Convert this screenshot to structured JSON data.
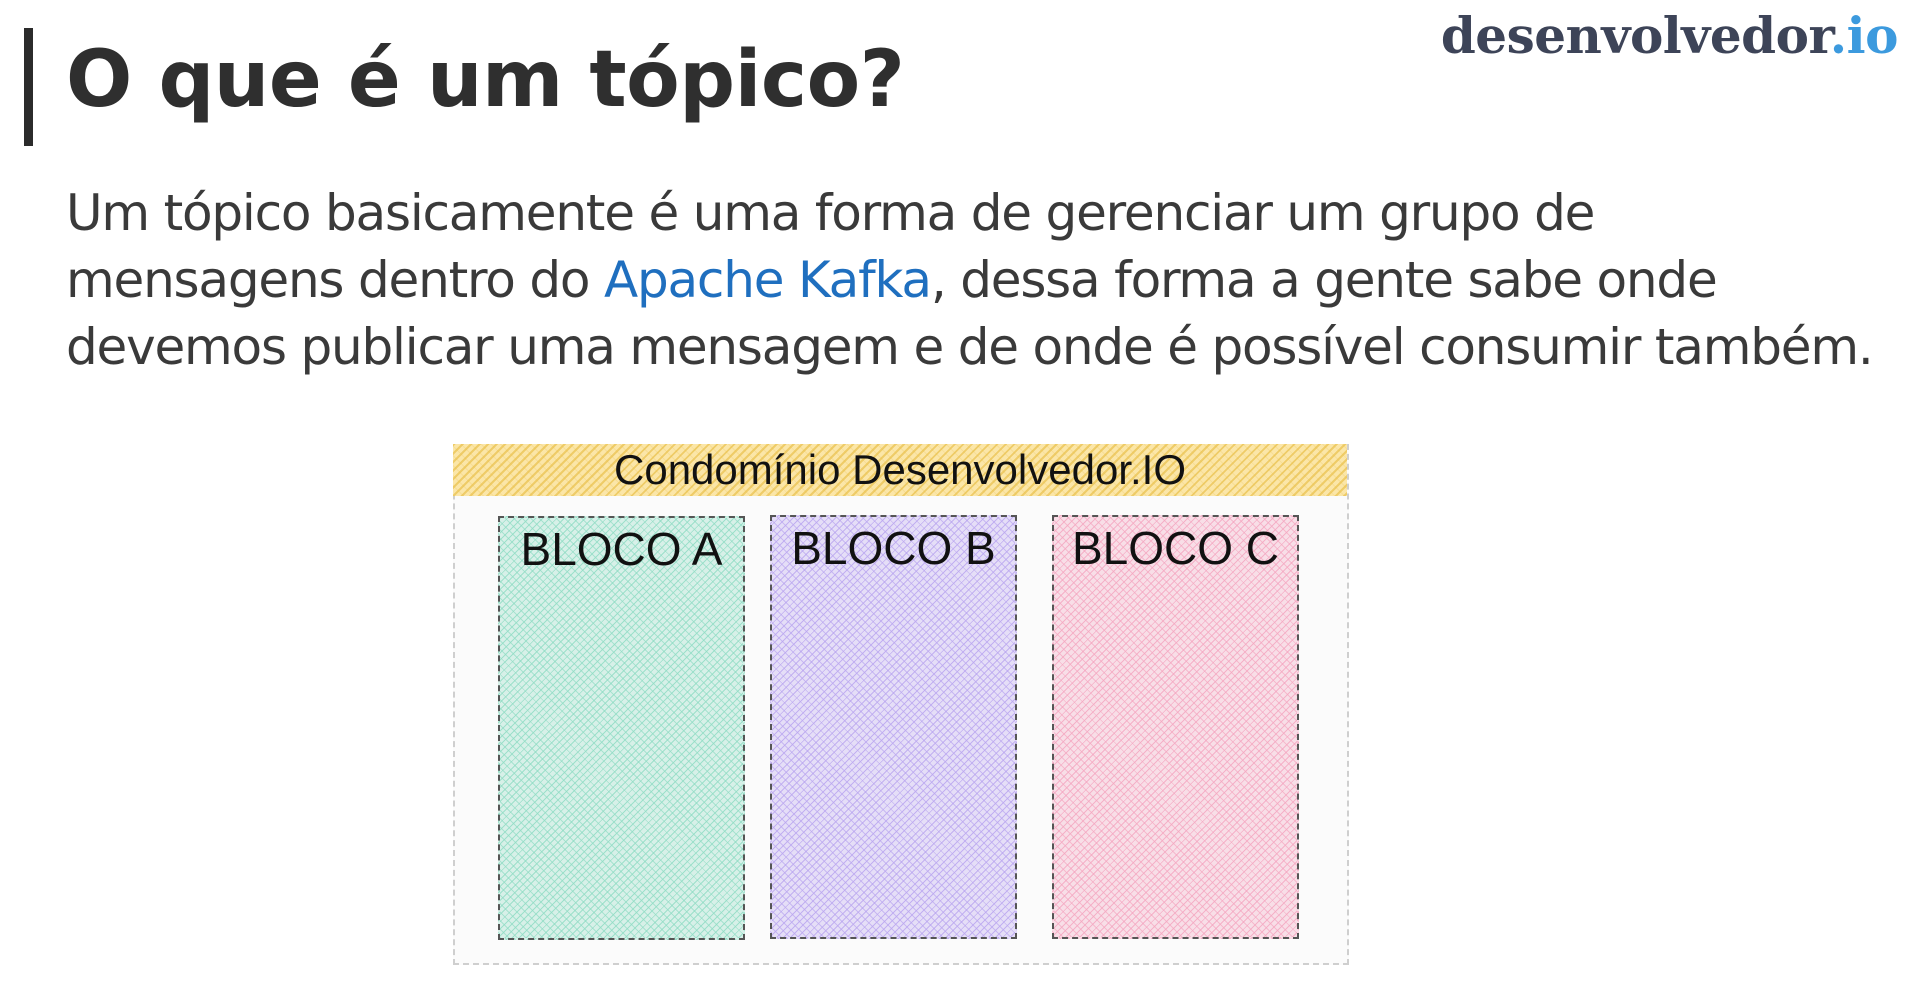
{
  "header": {
    "title": "O que é um tópico?",
    "logo_text": "desenvolvedor",
    "logo_suffix": ".io"
  },
  "body": {
    "line1": "Um tópico basicamente é uma forma de gerenciar um grupo de",
    "line2_before": "mensagens dentro do ",
    "line2_link": "Apache Kafka",
    "line2_after": ", dessa forma a gente sabe onde",
    "line3": "devemos publicar uma mensagem e de onde é possível consumir também."
  },
  "diagram": {
    "container_title": "Condomínio Desenvolvedor.IO",
    "blocks": [
      {
        "label": "BLOCO A",
        "color": "#8fdcc4"
      },
      {
        "label": "BLOCO B",
        "color": "#b9a5f0"
      },
      {
        "label": "BLOCO C",
        "color": "#f4a6c0"
      }
    ]
  },
  "colors": {
    "link": "#1f6fbf",
    "logo_accent": "#3c9ade",
    "header_fill": "#fbe6a8"
  }
}
